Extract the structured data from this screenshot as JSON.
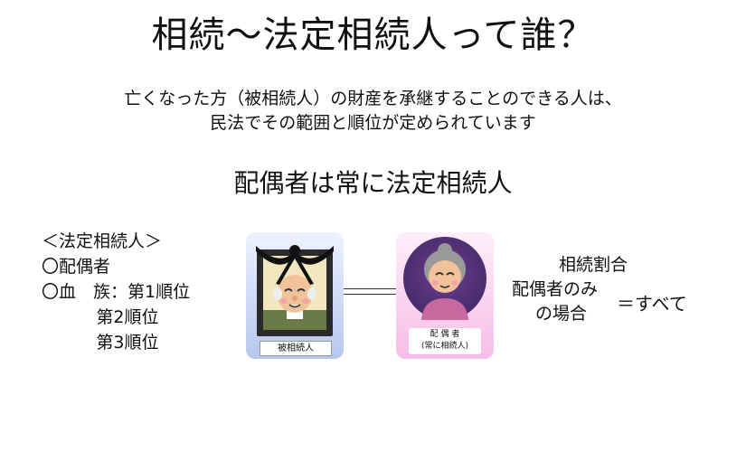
{
  "title": "相続〜法定相続人って誰？",
  "intro": {
    "line1": "亡くなった方（被相続人）の財産を承継することのできる人は、",
    "line2": "民法でその範囲と順位が定められています"
  },
  "heading": "配偶者は常に法定相続人",
  "legend": {
    "title": "＜法定相続人＞",
    "spouse": "〇配偶者",
    "blood": "〇血　族：第1順位",
    "rank2": "          第2順位",
    "rank3": "          第3順位"
  },
  "deceased_card": {
    "label": "被相続人"
  },
  "spouse_card": {
    "label": "配 偶 者",
    "sublabel": "(常に相続人)"
  },
  "ratio": {
    "line1": "相続割合",
    "line2": "配偶者のみ",
    "line3": "の場合",
    "value": "＝すべて"
  },
  "colors": {
    "deceased_bg": "#b6c6ee",
    "spouse_bg": "#f6bde6",
    "spouse_circle": "#4a2c6c"
  },
  "icons": {
    "deceased": "portrait-of-elderly-man-with-mourning-ribbon-icon",
    "spouse": "elderly-woman-icon"
  }
}
